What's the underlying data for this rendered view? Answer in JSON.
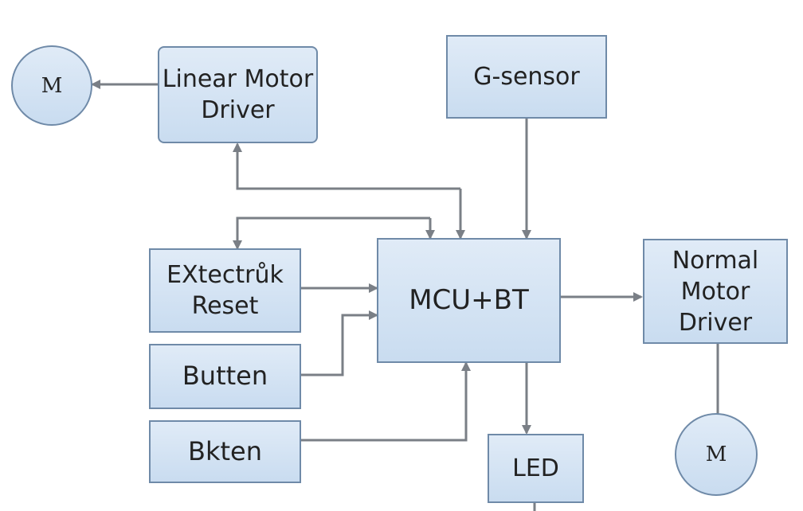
{
  "blocks": {
    "linear_driver": {
      "lines": [
        "Linear Motor",
        "Driver"
      ]
    },
    "g_sensor": {
      "lines": [
        "G-sensor"
      ]
    },
    "external_reset": {
      "lines": [
        "EXtectrůk",
        "Reset"
      ]
    },
    "mcu": {
      "lines": [
        "MCU+BT"
      ]
    },
    "normal_driver": {
      "lines": [
        "Normal",
        "Motor Driver"
      ]
    },
    "button": {
      "lines": [
        "Butten"
      ]
    },
    "bkten": {
      "lines": [
        "Bkten"
      ]
    },
    "led": {
      "lines": [
        "LED"
      ]
    }
  },
  "motors": {
    "left": {
      "label": "M"
    },
    "right": {
      "label": "M"
    }
  },
  "colors": {
    "block_fill": "#d5e3f3",
    "block_border": "#6f8aa8",
    "connector": "#7a7f86",
    "text": "#222222"
  }
}
